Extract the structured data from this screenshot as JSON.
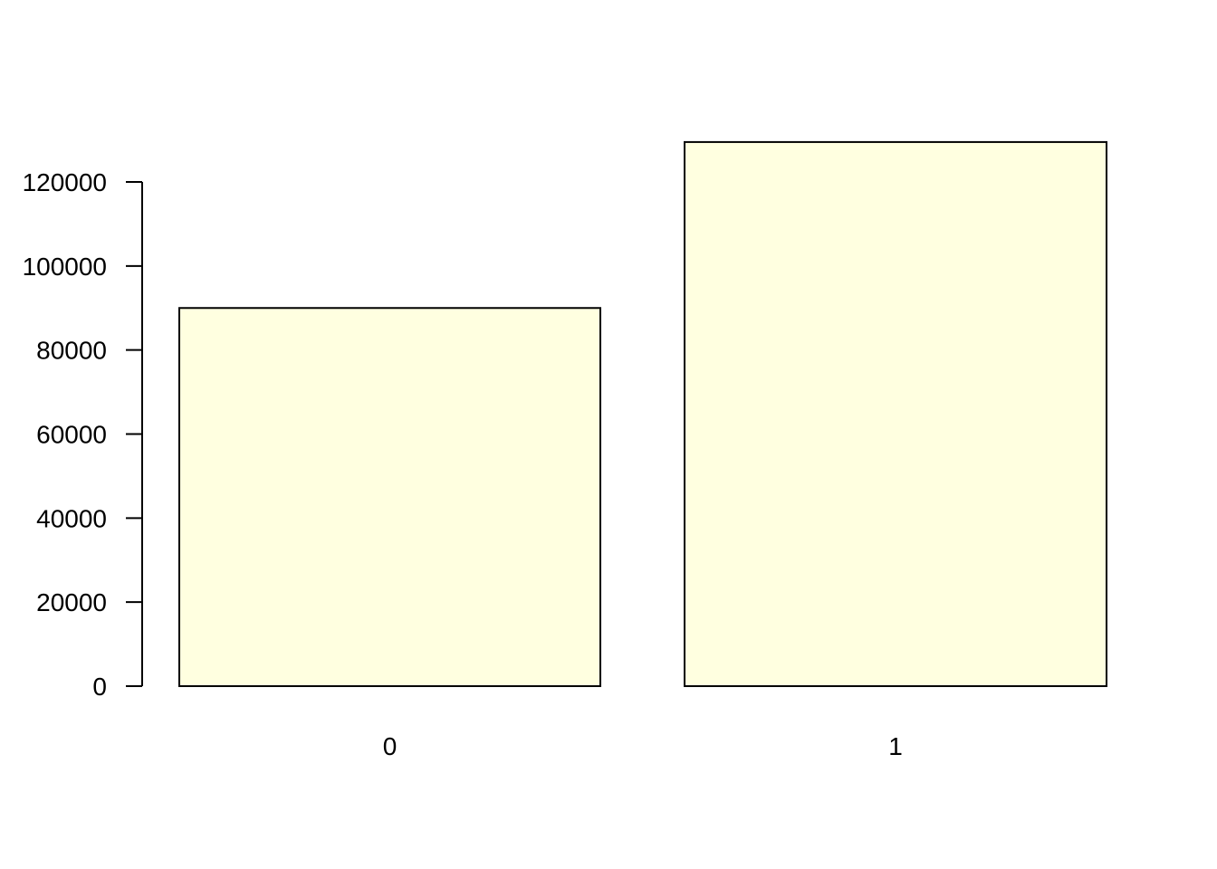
{
  "chart_data": {
    "type": "bar",
    "categories": [
      "0",
      "1"
    ],
    "values": [
      90000,
      129500
    ],
    "title": "",
    "xlabel": "",
    "ylabel": "",
    "ylim": [
      0,
      120000
    ],
    "y_ticks": [
      0,
      20000,
      40000,
      60000,
      80000,
      100000,
      120000
    ],
    "y_tick_labels": [
      "0",
      "20000",
      "40000",
      "60000",
      "80000",
      "100000",
      "120000"
    ],
    "bar_color": "#FFFFE0",
    "border_color": "#000000",
    "grid": false,
    "legend": "none"
  }
}
